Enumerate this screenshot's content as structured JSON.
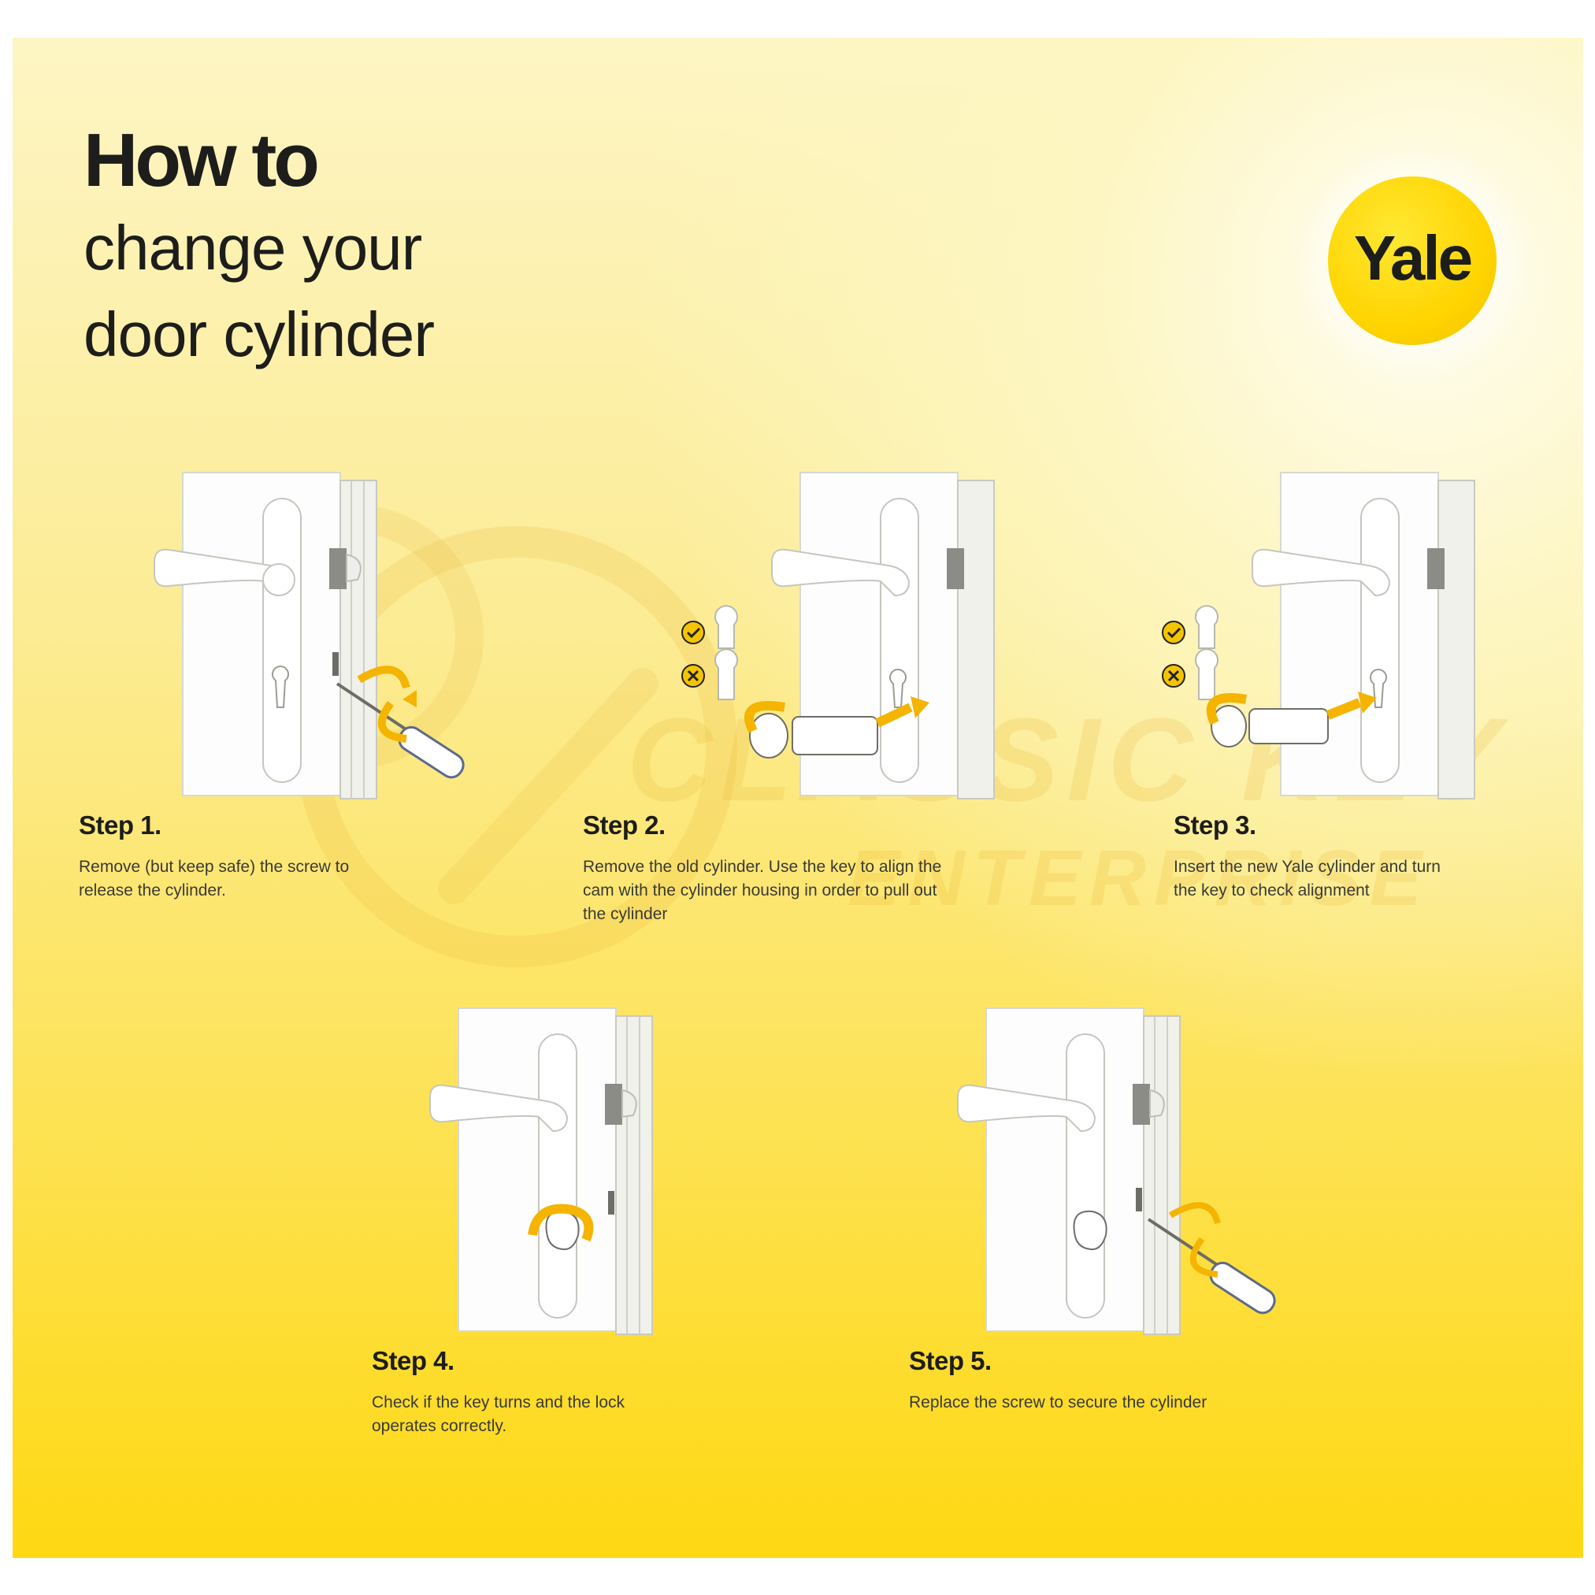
{
  "header": {
    "line1": "How to",
    "line2": "change your",
    "line3": "door cylinder"
  },
  "brand": {
    "logo_text": "Yale",
    "color": "#ffd400"
  },
  "watermark": {
    "line1": "CLASSIC KEY",
    "line2": "ENTERPRISE"
  },
  "steps": [
    {
      "title": "Step 1.",
      "desc_lines": [
        "Remove (but keep safe) the screw to",
        "release the cylinder."
      ]
    },
    {
      "title": "Step 2.",
      "desc_lines": [
        "Remove the old cylinder. Use the key to align the",
        "cam with the cylinder housing in order to pull out",
        "the cylinder"
      ]
    },
    {
      "title": "Step 3.",
      "desc_lines": [
        "Insert the new Yale cylinder and turn",
        "the key to check alignment"
      ]
    },
    {
      "title": "Step 4.",
      "desc_lines": [
        "Check if the key turns and the lock",
        "operates correctly."
      ]
    },
    {
      "title": "Step 5.",
      "desc_lines": [
        "Replace the screw to secure the cylinder"
      ]
    }
  ],
  "colors": {
    "accent_arrow": "#f4b400",
    "text": "#1d1d1b"
  }
}
